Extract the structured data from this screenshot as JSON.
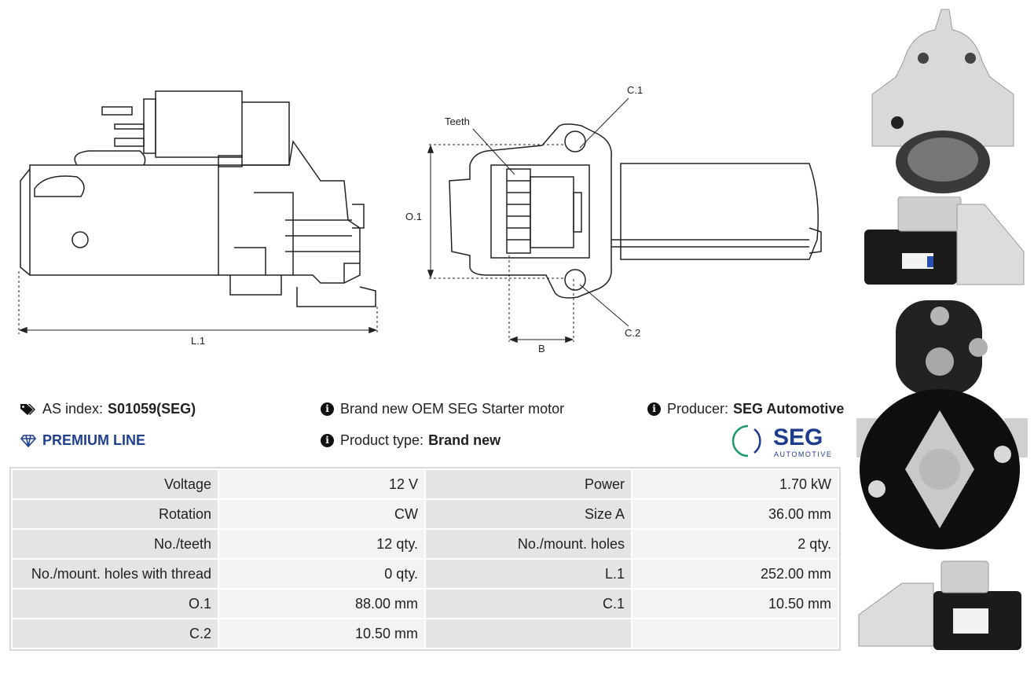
{
  "drawing": {
    "label_l1": "L.1",
    "label_o1": "O.1",
    "label_b": "B",
    "label_c1": "C.1",
    "label_c2": "C.2",
    "label_teeth": "Teeth"
  },
  "info": {
    "as_index_label": "AS index:",
    "as_index_value": "S01059(SEG)",
    "premium_line": "PREMIUM LINE",
    "description": "Brand new OEM SEG Starter motor",
    "product_type_label": "Product type:",
    "product_type_value": "Brand new",
    "producer_label": "Producer:",
    "producer_value": "SEG Automotive",
    "logo_text": "SEG",
    "logo_subtext": "AUTOMOTIVE"
  },
  "specs": [
    {
      "l1": "Voltage",
      "v1": "12 V",
      "l2": "Power",
      "v2": "1.70 kW"
    },
    {
      "l1": "Rotation",
      "v1": "CW",
      "l2": "Size A",
      "v2": "36.00 mm"
    },
    {
      "l1": "No./teeth",
      "v1": "12 qty.",
      "l2": "No./mount. holes",
      "v2": "2 qty."
    },
    {
      "l1": "No./mount. holes with thread",
      "v1": "0 qty.",
      "l2": "L.1",
      "v2": "252.00 mm"
    },
    {
      "l1": "O.1",
      "v1": "88.00 mm",
      "l2": "C.1",
      "v2": "10.50 mm"
    },
    {
      "l1": "C.2",
      "v1": "10.50 mm",
      "l2": "",
      "v2": ""
    }
  ],
  "colors": {
    "premium": "#1f3f8f",
    "seg_blue": "#1e3c8c",
    "seg_green": "#1a9a6c"
  }
}
